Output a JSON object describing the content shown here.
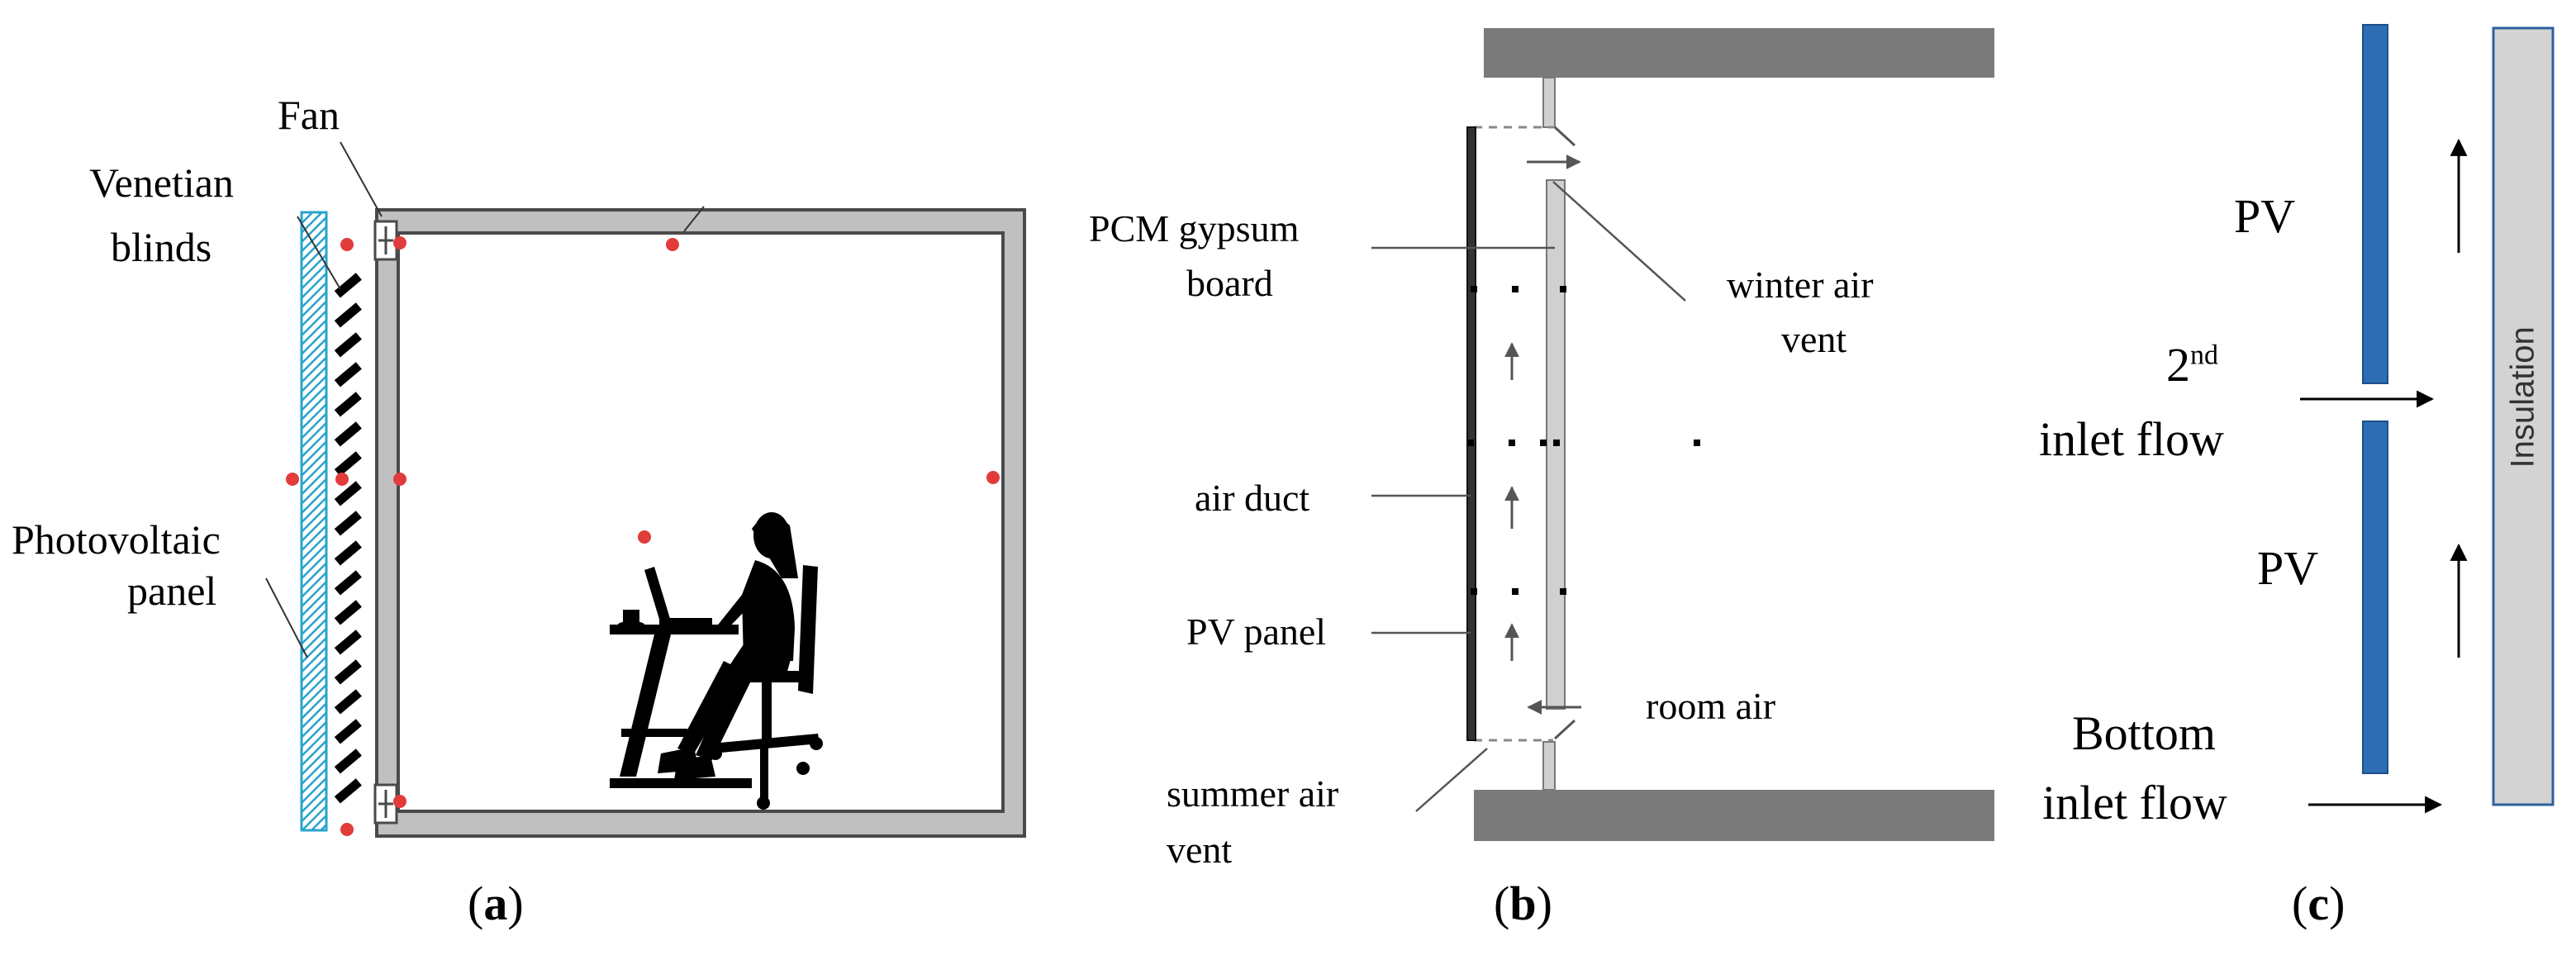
{
  "panel_a": {
    "labels": {
      "fan": "Fan",
      "venetian_line1": "Venetian",
      "venetian_line2": "blinds",
      "pv_line1": "Photovoltaic",
      "pv_line2": "panel"
    },
    "caption": {
      "open": "(",
      "letter": "a",
      "close": ")"
    }
  },
  "panel_b": {
    "labels": {
      "pcm_line1": "PCM gypsum",
      "pcm_line2": "board",
      "winter_line1": "winter air",
      "winter_line2": "vent",
      "air_duct": "air duct",
      "pv_panel": "PV panel",
      "room_air": "room air",
      "summer_line1": "summer air",
      "summer_line2": "vent"
    },
    "caption": {
      "open": "(",
      "letter": "b",
      "close": ")"
    }
  },
  "panel_c": {
    "labels": {
      "pv_top": "PV",
      "pv_bottom": "PV",
      "second_base": "2",
      "second_sup": "nd",
      "inlet_flow": "inlet flow",
      "bottom": "Bottom",
      "bottom_inlet": "inlet flow",
      "insulation": "Insulation"
    },
    "caption": {
      "open": "(",
      "letter": "c",
      "close": ")"
    }
  },
  "colors": {
    "wall": "#c0c0c0",
    "wall_border": "#4a4a4a",
    "pv_hatch": "#29a3cc",
    "sensor": "#e23b3b",
    "slab": "#7a7a7a",
    "pv_blue": "#2e6db3",
    "insulation_fill": "#d3d3d3",
    "insulation_border": "#2e5f9e"
  }
}
